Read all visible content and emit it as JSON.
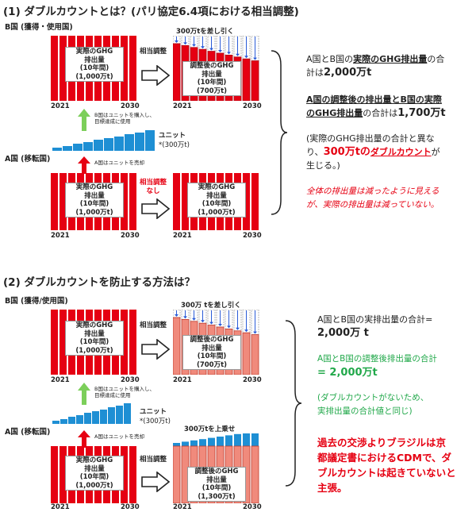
{
  "section1": {
    "title": "(1) ダブルカウントとは？(パリ協定6.4項における相当調整)",
    "country_b": "B国 (獲得・使用国)",
    "country_a": "A国 (移転国)",
    "deduct_label": "300万tを差し引く",
    "adjust_label": "相当調整",
    "adjust_none_line1": "相当調整",
    "adjust_none_line2": "なし",
    "box_actual": [
      "実際のGHG",
      "排出量",
      "(10年間)",
      "(1,000万t)"
    ],
    "box_adjusted": [
      "調整後のGHG",
      "排出量",
      "(10年間)",
      "(700万t)"
    ],
    "year_start": "2021",
    "year_end": "2030",
    "b_buy_note_line1": "B国はユニットを購入し、",
    "b_buy_note_line2": "目標達成に使用",
    "a_sell_note": "A国はユニットを売却",
    "unit_label": "ユニット",
    "unit_amount": "*(300万t)",
    "right_text_1a": "A国とB国の",
    "right_text_1b": "実際のGHG排出量",
    "right_text_1c": "の合",
    "right_text_1d": "計は",
    "right_text_1e": "2,000万t",
    "right_text_2a": "A国の調整後の排出量とB国の実際",
    "right_text_2b": "のGHG排出量",
    "right_text_2c": "の合計は",
    "right_text_2d": "1,700万t",
    "right_text_3a": "(実際のGHG排出量の合計と異な",
    "right_text_3b": "り、",
    "right_text_3c": "300万tの",
    "right_text_3d": "ダブルカウント",
    "right_text_3e": "が",
    "right_text_3f": "生じる。)",
    "right_text_4a": "全体の排出量は減ったように見える",
    "right_text_4b": "が、実際の排出量は減っていない。"
  },
  "section2": {
    "title": "(2) ダブルカウントを防止する方法は？",
    "country_b": "B国 (獲得/使用国)",
    "country_a": "A国 (移転国)",
    "deduct_label": "300万 tを差し引く",
    "add_label": "300万tを上乗せ",
    "adjust_label": "相当調整",
    "box_actual": [
      "実際のGHG",
      "排出量",
      "(10年間)",
      "(1,000万t)"
    ],
    "box_adjusted_b": [
      "調整後のGHG",
      "排出量",
      "(10年間)",
      "(700万t)"
    ],
    "box_adjusted_a": [
      "調整後のGHG",
      "排出量",
      "(10年間)",
      "(1,300万t)"
    ],
    "year_start": "2021",
    "year_end": "2030",
    "b_buy_note_line1": "B国はユニットを購入し、",
    "b_buy_note_line2": "目標達成に使用",
    "a_sell_note": "A国はユニットを売却",
    "unit_label": "ユニット",
    "unit_amount": "*(300万t)",
    "right_text_1a": "A国とB国の実排出量の合計=",
    "right_text_1b": "2,000万 t",
    "right_text_2a": "A国とB国の調整後排出量の合計",
    "right_text_2b": "= 2,000万t",
    "right_text_3a": "(ダブルカウントがないため、",
    "right_text_3b": "実排出量の合計値と同じ)",
    "right_text_4a": "過去の交渉よりブラジルは京",
    "right_text_4b": "都議定書におけるCDMで、ダ",
    "right_text_4c": "ブルカウントは起きていないと",
    "right_text_4d": "主張。"
  },
  "colors": {
    "bar_red": "#e50012",
    "bar_pink": "#f08a7c",
    "bar_blue": "#1e8fd4",
    "arrow_green": "#7ccf5a",
    "arrow_red": "#e60012",
    "text_red": "#e60012",
    "text_green": "#21a84a"
  }
}
